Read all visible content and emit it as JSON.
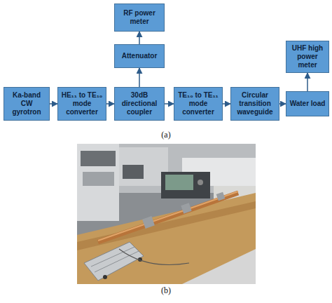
{
  "diagram": {
    "nodes": [
      {
        "text": [
          "RF power meter"
        ]
      },
      {
        "text": [
          "Attenuator"
        ]
      },
      {
        "text": [
          "UHF high power meter"
        ]
      },
      {
        "text": [
          "Ka-band CW gyrotron"
        ]
      },
      {
        "text": [
          "HE₁₁ to TE₁₀ mode converter"
        ]
      },
      {
        "text": [
          "30dB directional coupler"
        ]
      },
      {
        "text": [
          "TE₁₀ to TE₁₁ mode converter"
        ]
      },
      {
        "text": [
          "Circular transition waveguide"
        ]
      },
      {
        "text": [
          "Water load"
        ]
      }
    ],
    "edges": [
      {
        "from": 3,
        "to": 4,
        "arrow": "to"
      },
      {
        "from": 4,
        "to": 5,
        "arrow": "to"
      },
      {
        "from": 5,
        "to": 6,
        "arrow": "to"
      },
      {
        "from": 6,
        "to": 7,
        "arrow": "to"
      },
      {
        "from": 7,
        "to": 8,
        "arrow": "to"
      },
      {
        "from": 5,
        "to": 1,
        "arrow": "to"
      },
      {
        "from": 1,
        "to": 0,
        "arrow": "to"
      },
      {
        "from": 8,
        "to": 2,
        "arrow": "to"
      }
    ],
    "labels": [
      "(a)",
      "(b)"
    ]
  }
}
